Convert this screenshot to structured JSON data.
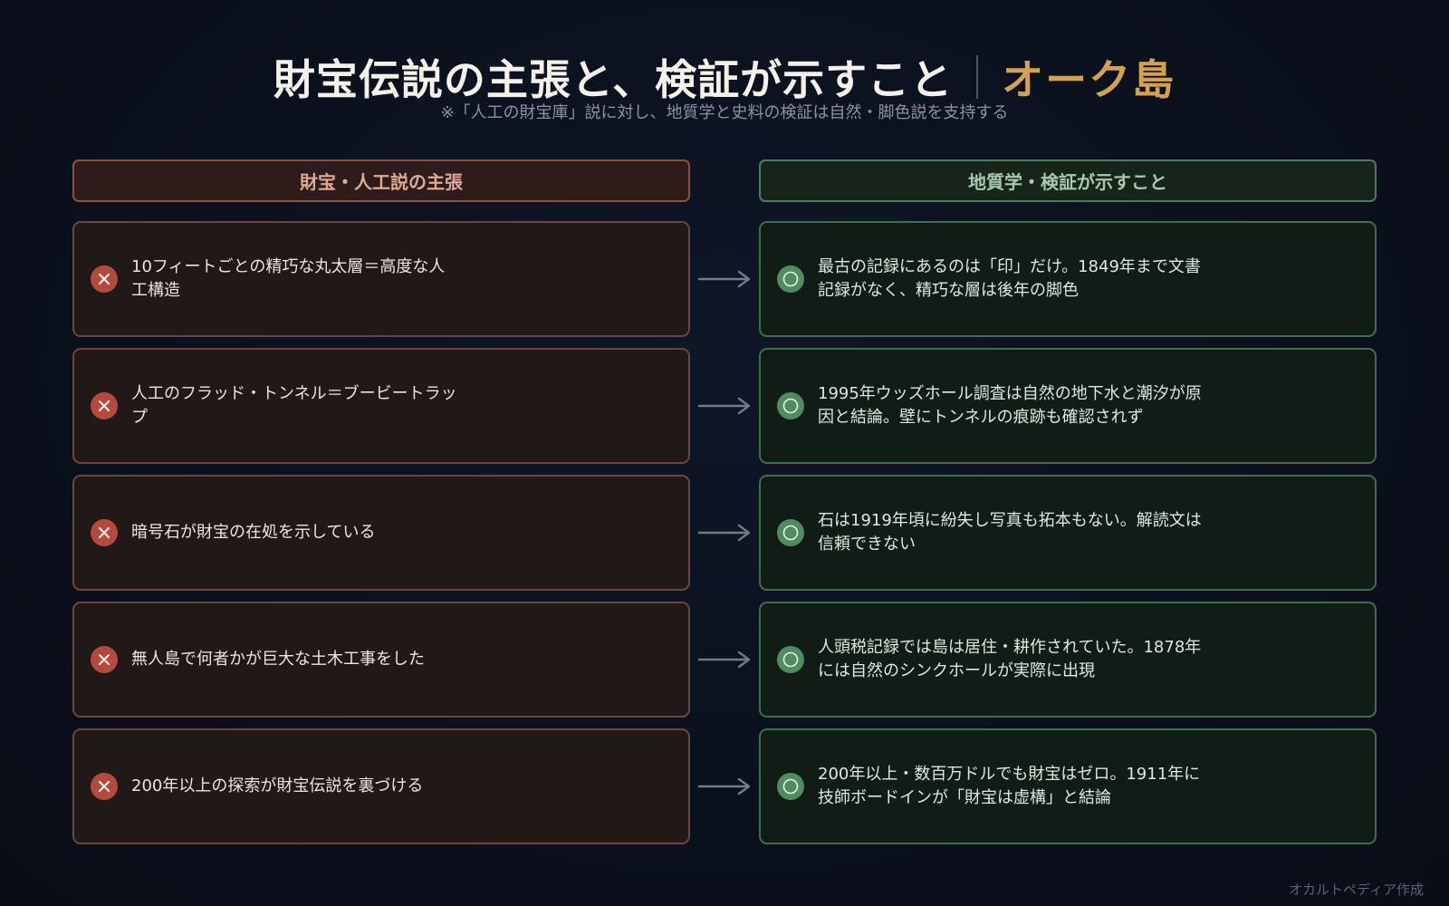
{
  "header": {
    "title_main": "財宝伝説の主張と、検証が示すこと",
    "title_accent": "オーク島",
    "subtitle": "※「人工の財宝庫」説に対し、地質学と史料の検証は自然・脚色説を支持する"
  },
  "columns": {
    "left_heading": "財宝・人工説の主張",
    "right_heading": "地質学・検証が示すこと"
  },
  "rows": [
    {
      "claim": "10フィートごとの精巧な丸太層＝高度な人工構造",
      "fact": "最古の記録にあるのは「印」だけ。1849年まで文書記録がなく、精巧な層は後年の脚色"
    },
    {
      "claim": "人工のフラッド・トンネル＝ブービートラップ",
      "fact": "1995年ウッズホール調査は自然の地下水と潮汐が原因と結論。壁にトンネルの痕跡も確認されず"
    },
    {
      "claim": "暗号石が財宝の在処を示している",
      "fact": "石は1919年頃に紛失し写真も拓本もない。解読文は信頼できない"
    },
    {
      "claim": "無人島で何者かが巨大な土木工事をした",
      "fact": "人頭税記録では島は居住・耕作されていた。1878年には自然のシンクホールが実際に出現"
    },
    {
      "claim": "200年以上の探索が財宝伝説を裏づける",
      "fact": "200年以上・数百万ドルでも財宝はゼロ。1911年に技師ボードインが「財宝は虚構」と結論"
    }
  ],
  "footer": {
    "credit": "オカルトペディア作成"
  },
  "icons": {
    "claim_icon": "x-mark-icon",
    "fact_icon": "circle-check-icon"
  },
  "colors": {
    "accent_gold": "#d4a14f",
    "claim_red": "#b44a3e",
    "fact_green": "#4f8c5f"
  }
}
